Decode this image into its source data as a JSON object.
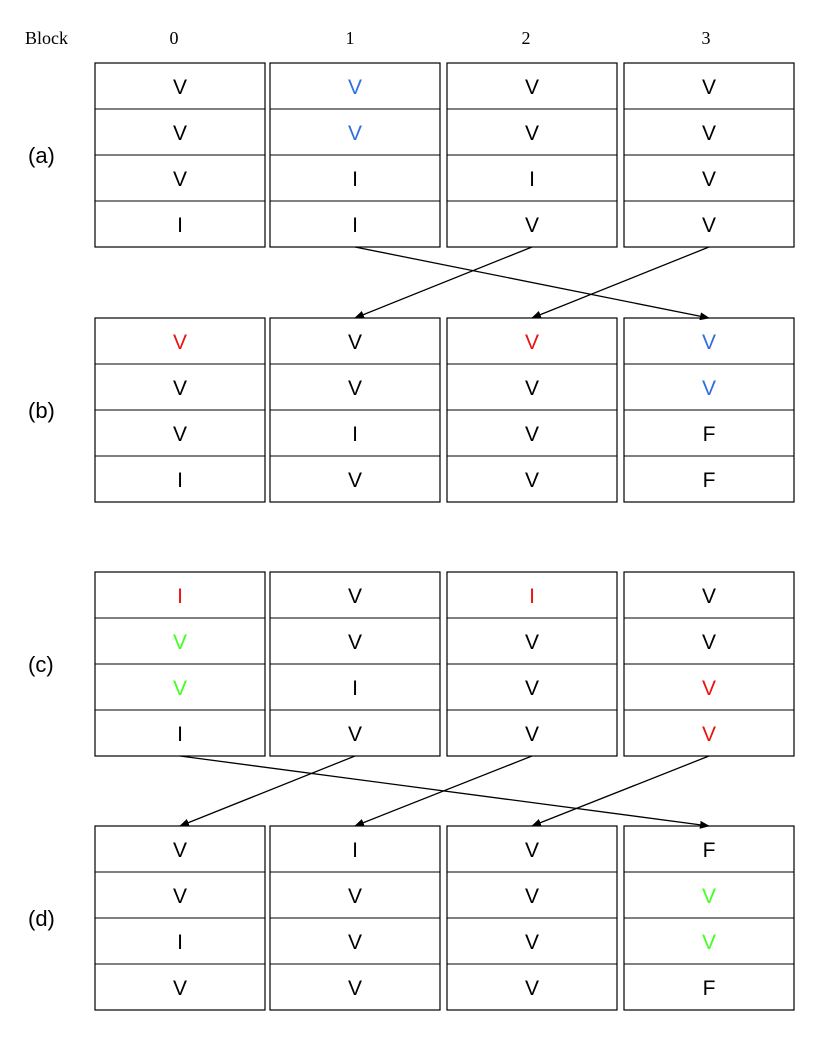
{
  "header": {
    "title": "Block",
    "blocks": [
      "0",
      "1",
      "2",
      "3"
    ]
  },
  "colors": {
    "black": "#000000",
    "blue": "#2f6fe0",
    "red": "#ee1111",
    "green": "#44ff22"
  },
  "rows": [
    {
      "label": "(a)",
      "blocks": [
        [
          {
            "v": "V",
            "c": "black"
          },
          {
            "v": "V",
            "c": "black"
          },
          {
            "v": "V",
            "c": "black"
          },
          {
            "v": "I",
            "c": "black"
          }
        ],
        [
          {
            "v": "V",
            "c": "blue"
          },
          {
            "v": "V",
            "c": "blue"
          },
          {
            "v": "I",
            "c": "black"
          },
          {
            "v": "I",
            "c": "black"
          }
        ],
        [
          {
            "v": "V",
            "c": "black"
          },
          {
            "v": "V",
            "c": "black"
          },
          {
            "v": "I",
            "c": "black"
          },
          {
            "v": "V",
            "c": "black"
          }
        ],
        [
          {
            "v": "V",
            "c": "black"
          },
          {
            "v": "V",
            "c": "black"
          },
          {
            "v": "V",
            "c": "black"
          },
          {
            "v": "V",
            "c": "black"
          }
        ]
      ]
    },
    {
      "label": "(b)",
      "blocks": [
        [
          {
            "v": "V",
            "c": "red"
          },
          {
            "v": "V",
            "c": "black"
          },
          {
            "v": "V",
            "c": "black"
          },
          {
            "v": "I",
            "c": "black"
          }
        ],
        [
          {
            "v": "V",
            "c": "black"
          },
          {
            "v": "V",
            "c": "black"
          },
          {
            "v": "I",
            "c": "black"
          },
          {
            "v": "V",
            "c": "black"
          }
        ],
        [
          {
            "v": "V",
            "c": "red"
          },
          {
            "v": "V",
            "c": "black"
          },
          {
            "v": "V",
            "c": "black"
          },
          {
            "v": "V",
            "c": "black"
          }
        ],
        [
          {
            "v": "V",
            "c": "blue"
          },
          {
            "v": "V",
            "c": "blue"
          },
          {
            "v": "F",
            "c": "black"
          },
          {
            "v": "F",
            "c": "black"
          }
        ]
      ]
    },
    {
      "label": "(c)",
      "blocks": [
        [
          {
            "v": "I",
            "c": "red"
          },
          {
            "v": "V",
            "c": "green"
          },
          {
            "v": "V",
            "c": "green"
          },
          {
            "v": "I",
            "c": "black"
          }
        ],
        [
          {
            "v": "V",
            "c": "black"
          },
          {
            "v": "V",
            "c": "black"
          },
          {
            "v": "I",
            "c": "black"
          },
          {
            "v": "V",
            "c": "black"
          }
        ],
        [
          {
            "v": "I",
            "c": "red"
          },
          {
            "v": "V",
            "c": "black"
          },
          {
            "v": "V",
            "c": "black"
          },
          {
            "v": "V",
            "c": "black"
          }
        ],
        [
          {
            "v": "V",
            "c": "black"
          },
          {
            "v": "V",
            "c": "black"
          },
          {
            "v": "V",
            "c": "red"
          },
          {
            "v": "V",
            "c": "red"
          }
        ]
      ]
    },
    {
      "label": "(d)",
      "blocks": [
        [
          {
            "v": "V",
            "c": "black"
          },
          {
            "v": "V",
            "c": "black"
          },
          {
            "v": "I",
            "c": "black"
          },
          {
            "v": "V",
            "c": "black"
          }
        ],
        [
          {
            "v": "I",
            "c": "black"
          },
          {
            "v": "V",
            "c": "black"
          },
          {
            "v": "V",
            "c": "black"
          },
          {
            "v": "V",
            "c": "black"
          }
        ],
        [
          {
            "v": "V",
            "c": "black"
          },
          {
            "v": "V",
            "c": "black"
          },
          {
            "v": "V",
            "c": "black"
          },
          {
            "v": "V",
            "c": "black"
          }
        ],
        [
          {
            "v": "F",
            "c": "black"
          },
          {
            "v": "V",
            "c": "green"
          },
          {
            "v": "V",
            "c": "green"
          },
          {
            "v": "F",
            "c": "black"
          }
        ]
      ]
    }
  ],
  "moves": [
    {
      "from_row": 0,
      "from_block": 1,
      "to_row": 1,
      "to_block": 3
    },
    {
      "from_row": 0,
      "from_block": 2,
      "to_row": 1,
      "to_block": 1
    },
    {
      "from_row": 0,
      "from_block": 3,
      "to_row": 1,
      "to_block": 2
    },
    {
      "from_row": 2,
      "from_block": 0,
      "to_row": 3,
      "to_block": 3
    },
    {
      "from_row": 2,
      "from_block": 1,
      "to_row": 3,
      "to_block": 0
    },
    {
      "from_row": 2,
      "from_block": 2,
      "to_row": 3,
      "to_block": 1
    },
    {
      "from_row": 2,
      "from_block": 3,
      "to_row": 3,
      "to_block": 2
    }
  ]
}
